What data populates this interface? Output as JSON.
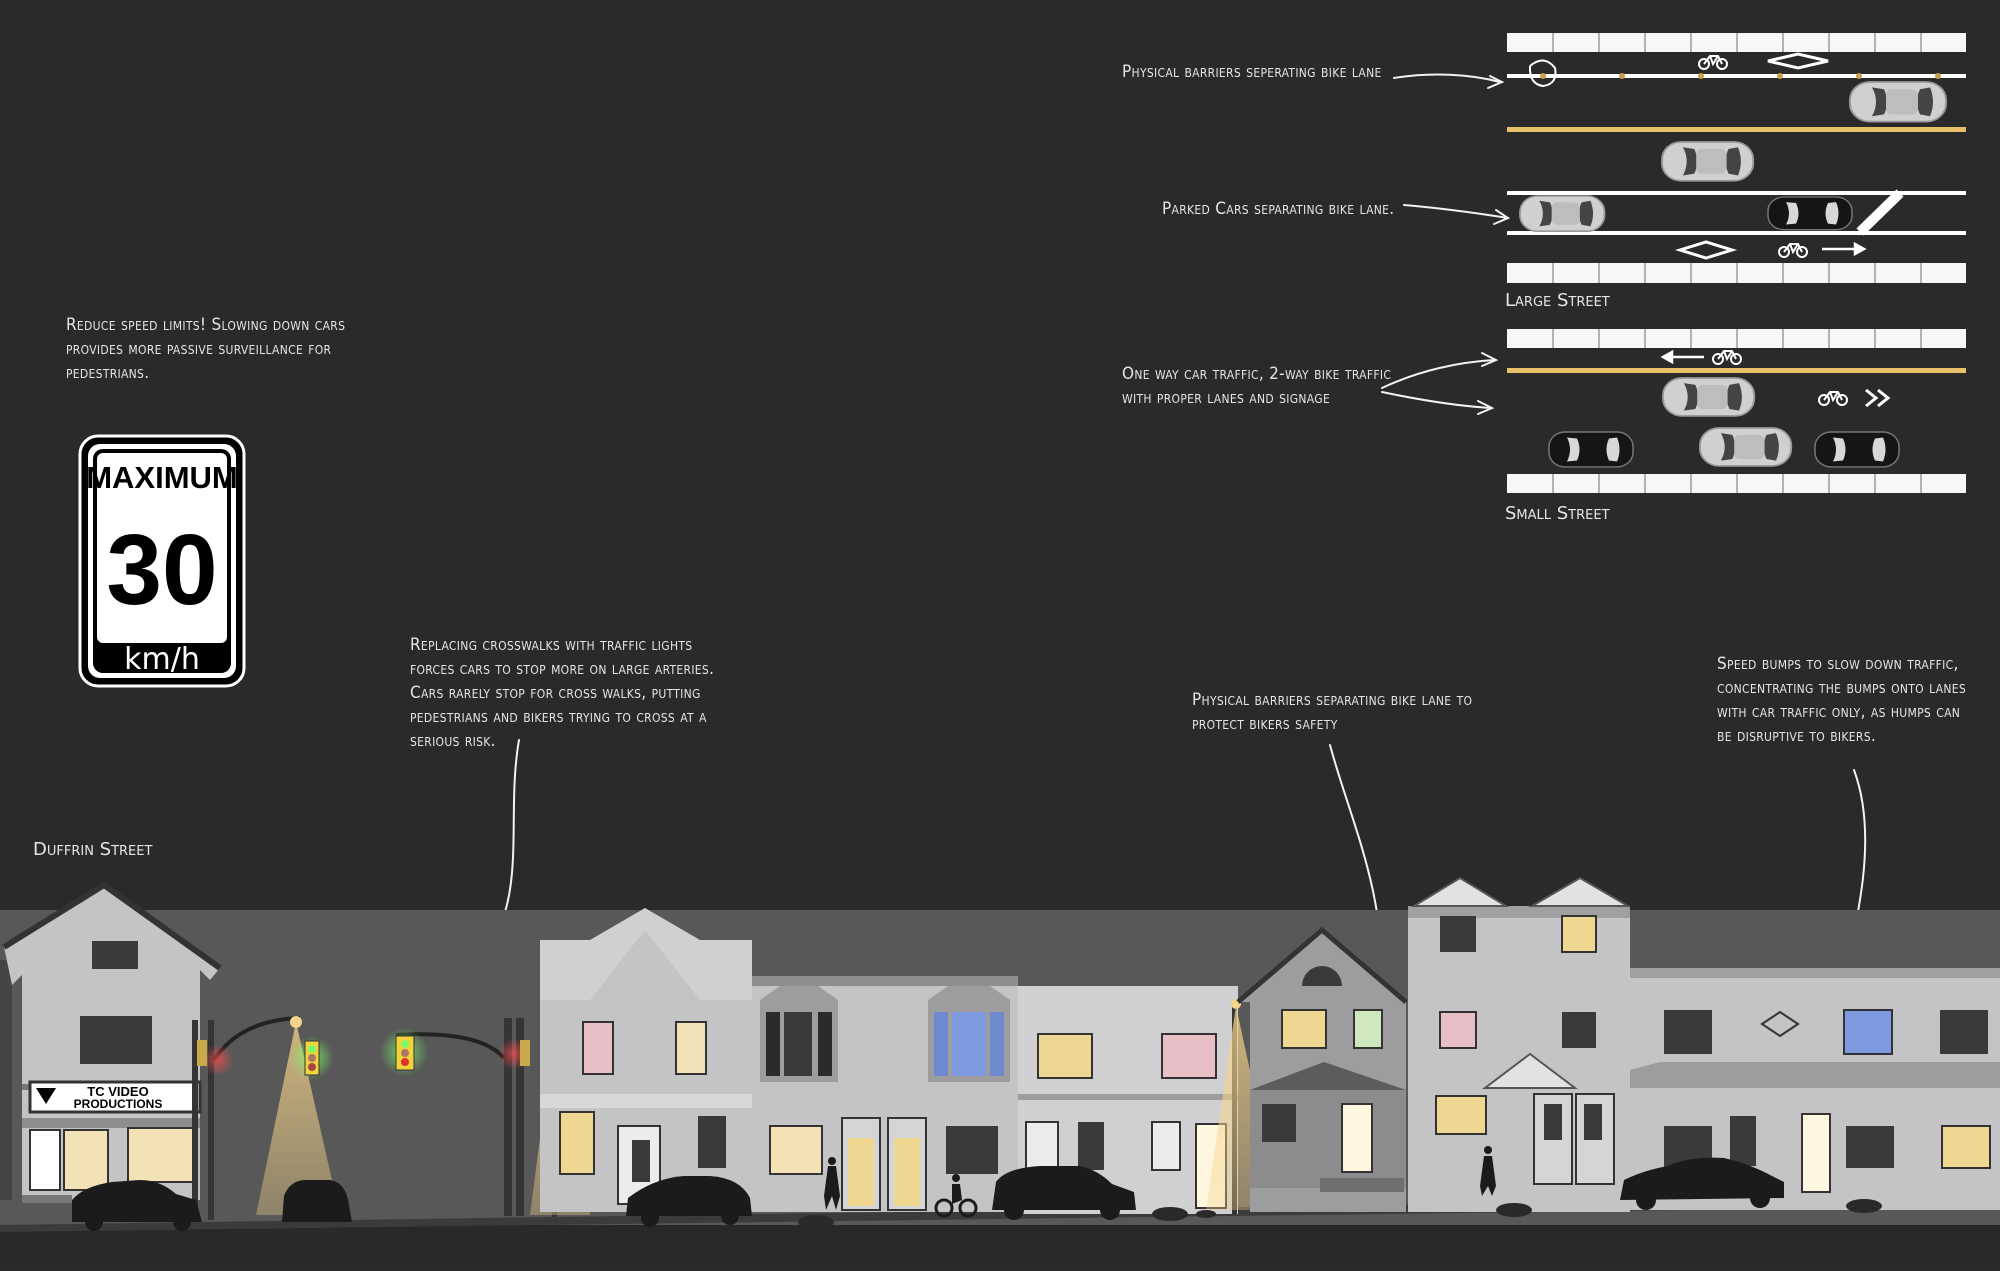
{
  "annotations": {
    "speed_limit_note": "Reduce speed limits! Slowing down cars provides more passive surveillance for pedestrians.",
    "traffic_lights_note": "Replacing crosswalks with traffic lights forces cars to stop more on large arteries. Cars rarely stop for cross walks, putting pedestrians and bikers trying to cross at a serious risk.",
    "barriers_street_note": "Physical barriers separating bike lane to protect bikers safety",
    "speed_bumps_note": "Speed bumps to slow down traffic, concentrating the bumps onto lanes with car traffic only, as humps can be disruptive to bikers.",
    "physical_barriers_label": "Physical barriers seperating bike lane",
    "parked_cars_label": "Parked Cars separating bike lane.",
    "one_way_label": "One way car traffic, 2-way bike traffic with proper lanes and signage"
  },
  "plans": {
    "large_street_caption": "Large Street",
    "small_street_caption": "Small Street"
  },
  "speed_sign": {
    "top": "MAXIMUM",
    "number": "30",
    "unit": "km/h"
  },
  "street": {
    "name": "Duffrin Street",
    "shop_sign_line1": "TC VIDEO",
    "shop_sign_line2": "PRODUCTIONS"
  },
  "colors": {
    "background": "#2b2a2b",
    "road": "#2a2a2a",
    "yellow_line": "#e8c06a",
    "sidewalk": "#f2f2f2",
    "house_gray": "#c4c4c6",
    "window_yellow": "#f0d791",
    "window_pink": "#e8bfc6",
    "window_blue": "#7f99e0",
    "window_green": "#cfe7bf"
  }
}
